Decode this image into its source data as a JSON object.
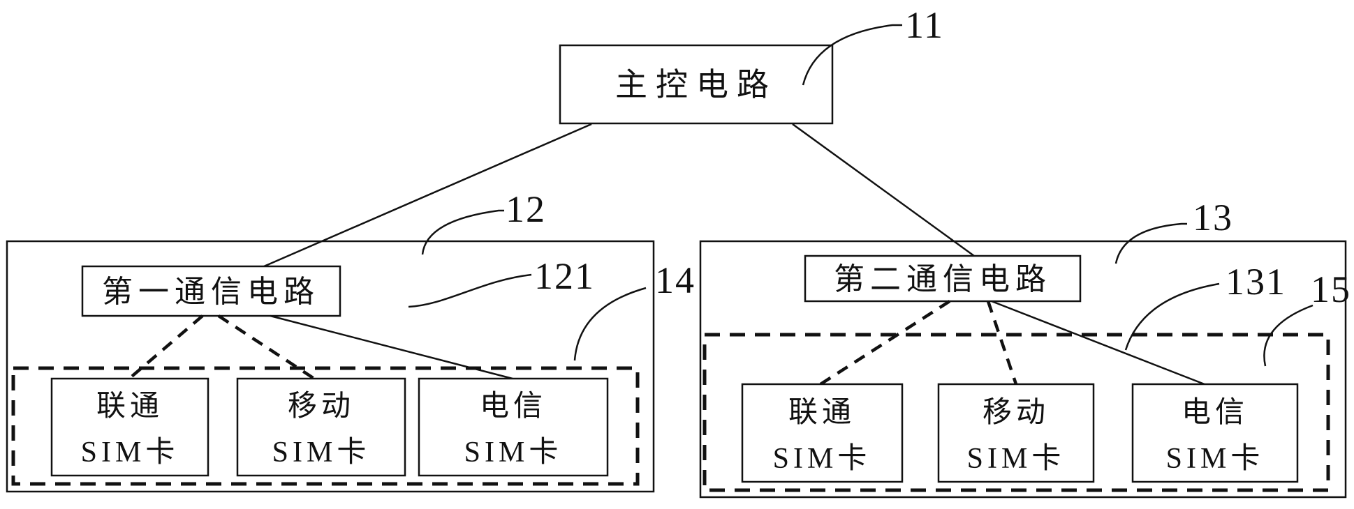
{
  "colors": {
    "ink": "#111111",
    "background": "#ffffff"
  },
  "master": {
    "label": "主控电路",
    "ref": "11"
  },
  "left_module": {
    "ref": "12",
    "circuit": {
      "label": "第一通信电路",
      "ref": "121"
    },
    "sim_slot": {
      "ref": "14",
      "cards": [
        {
          "carrier": "联通",
          "type": "SIM卡"
        },
        {
          "carrier": "移动",
          "type": "SIM卡"
        },
        {
          "carrier": "电信",
          "type": "SIM卡"
        }
      ]
    }
  },
  "right_module": {
    "ref": "13",
    "circuit": {
      "label": "第二通信电路",
      "ref": "131"
    },
    "sim_slot": {
      "ref": "15",
      "cards": [
        {
          "carrier": "联通",
          "type": "SIM卡"
        },
        {
          "carrier": "移动",
          "type": "SIM卡"
        },
        {
          "carrier": "电信",
          "type": "SIM卡"
        }
      ]
    }
  }
}
